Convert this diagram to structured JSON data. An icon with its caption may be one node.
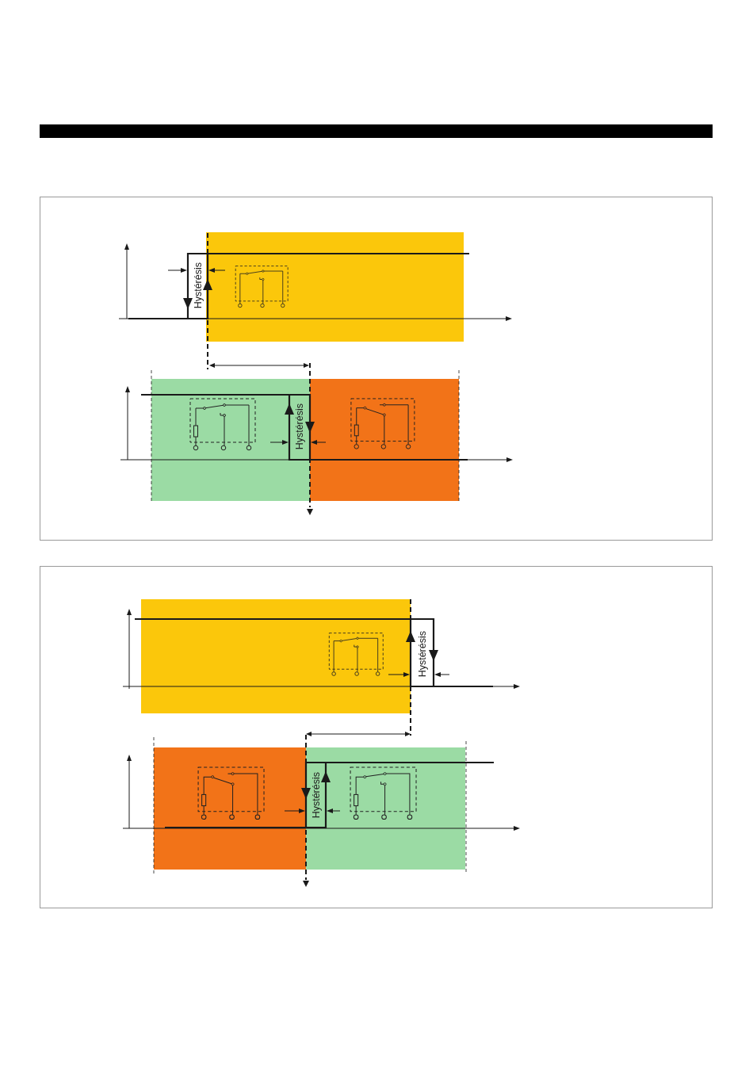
{
  "diagram": {
    "labels": [
      "Hystérésis",
      "Hystérésis",
      "Hystérésis",
      "Hystérésis"
    ]
  }
}
